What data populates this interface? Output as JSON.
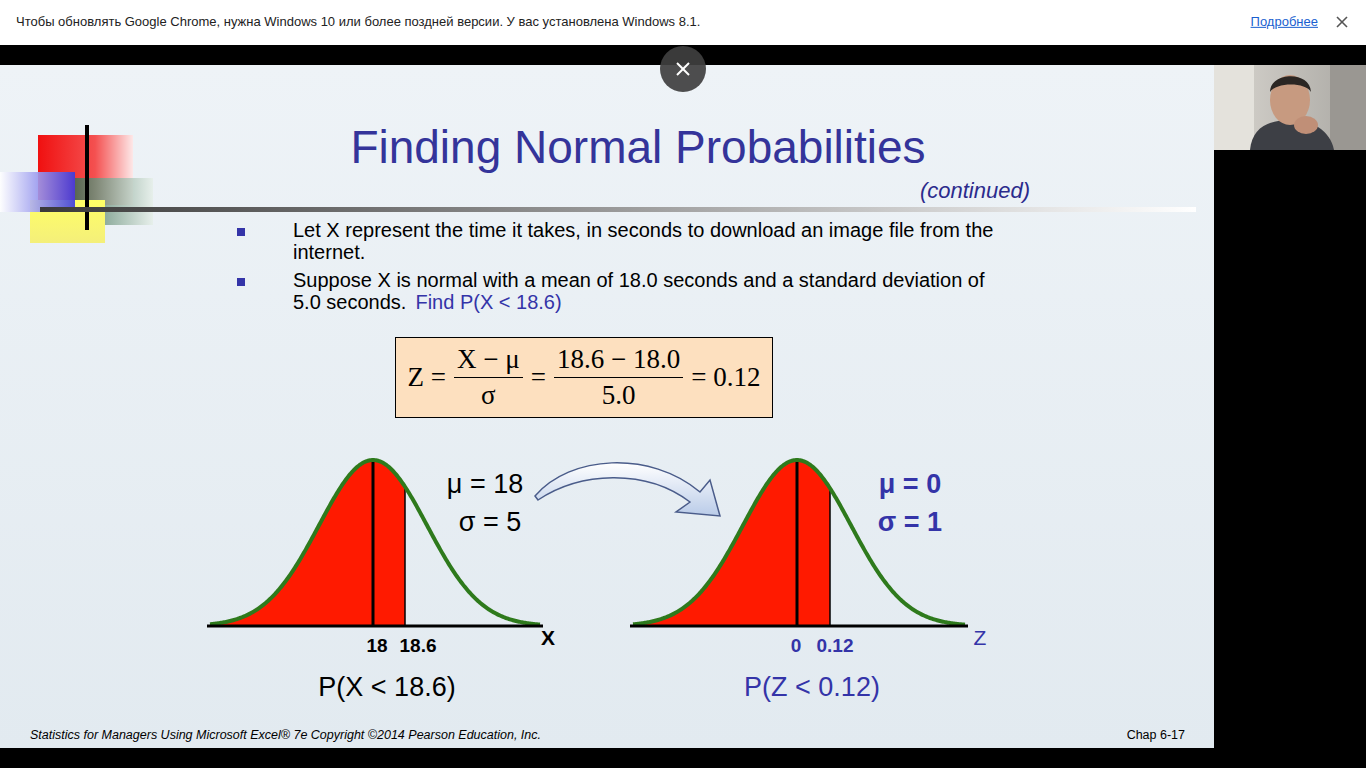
{
  "diagram": {
    "title": "Finding Normal Probabilities",
    "nodes": [
      {
        "text": [
          "Z =",
          "X − μ",
          "σ",
          "=",
          "18.6 − 18.0",
          "5.0",
          "= 0.12"
        ]
      }
    ],
    "labels": [
      "Чтобы обновлять Google Chrome, нужна Windows 10 или более поздней версии. У вас установлена Windows 8.1.",
      "Подробнее",
      "(continued)",
      "Let X represent the time it takes, in seconds to download an image file from the internet.",
      "Suppose X is normal with a mean of 18.0 seconds and a standard deviation of 5.0 seconds.",
      "Find P(X < 18.6)",
      "μ = 18",
      "σ = 5",
      "18",
      "18.6",
      "X",
      "P(X < 18.6)",
      "μ = 0",
      "σ = 1",
      "0",
      "0.12",
      "Z",
      "P(Z < 0.12)",
      "Statistics for Managers Using Microsoft Excel® 7e Copyright ©2014 Pearson Education, Inc.",
      "Chap 6-17"
    ]
  }
}
